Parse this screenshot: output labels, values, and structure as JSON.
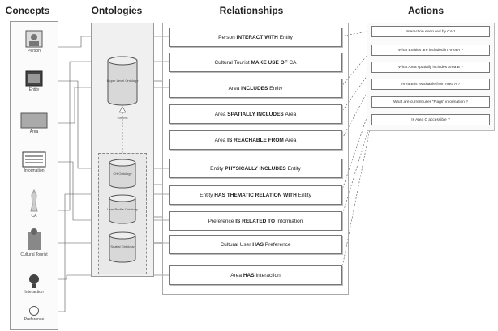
{
  "headers": {
    "concepts": "Concepts",
    "ontologies": "Ontologies",
    "relationships": "Relationships",
    "actions": "Actions"
  },
  "concepts": [
    {
      "label": "Person",
      "icon": "person-photo-icon"
    },
    {
      "label": "Entity",
      "icon": "painting-icon"
    },
    {
      "label": "Area",
      "icon": "area-rectangle-icon"
    },
    {
      "label": "Information",
      "icon": "document-icon"
    },
    {
      "label": "CA",
      "icon": "statue-icon"
    },
    {
      "label": "Cultural Tourist",
      "icon": "tourist-icon"
    },
    {
      "label": "Interaction",
      "icon": "interaction-icon"
    },
    {
      "label": "Preference",
      "icon": "preference-circle-icon"
    }
  ],
  "ontologies": {
    "upper": "Upper Level Ontology",
    "inherits": "Inherits",
    "lower": [
      "CH Ontology",
      "User Profile Ontology",
      "Spatial Ontology"
    ]
  },
  "relationships": [
    {
      "subject": "Person",
      "verb": "INTERACT WITH",
      "object": "Entity"
    },
    {
      "subject": "Cultural Tourist",
      "verb": "MAKE USE OF",
      "object": "CA"
    },
    {
      "subject": "Area",
      "verb": "INCLUDES",
      "object": "Entity"
    },
    {
      "subject": "Area",
      "verb": "SPATIALLY INCLUDES",
      "object": "Area"
    },
    {
      "subject": "Area",
      "verb": "IS REACHABLE FROM",
      "object": "Area"
    },
    {
      "subject": "Entity",
      "verb": "PHYSICALLY INCLUDES",
      "object": "Entity"
    },
    {
      "subject": "Entity",
      "verb": "HAS THEMATIC RELATION WITH",
      "object": "Entity"
    },
    {
      "subject": "Preference",
      "verb": "IS RELATED TO",
      "object": "Information"
    },
    {
      "subject": "Cultural User",
      "verb": "HAS",
      "object": "Preference"
    },
    {
      "subject": "Area",
      "verb": "HAS",
      "object": "Interaction"
    }
  ],
  "actions": [
    "Interaction executed by CA 1",
    "What Entities are included in Area A ?",
    "What Area spatially includes Area B ?",
    "Area B is reachable from Area A ?",
    "What are current user \"Flags\" information ?",
    "Is Area C accessible ?"
  ]
}
